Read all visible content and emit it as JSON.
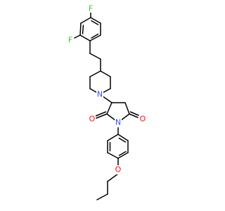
{
  "molecule": {
    "atoms": {
      "f_top": {
        "symbol": "F",
        "color": "#33cc33"
      },
      "f_left": {
        "symbol": "F",
        "color": "#33cc33"
      },
      "n_piperidine": {
        "symbol": "N",
        "color": "#3050f8"
      },
      "n_imide": {
        "symbol": "N",
        "color": "#3050f8"
      },
      "o_carbonyl_left": {
        "symbol": "O",
        "color": "#ff0d0d"
      },
      "o_carbonyl_right": {
        "symbol": "O",
        "color": "#ff0d0d"
      },
      "o_ether": {
        "symbol": "O",
        "color": "#ff0d0d"
      }
    }
  }
}
